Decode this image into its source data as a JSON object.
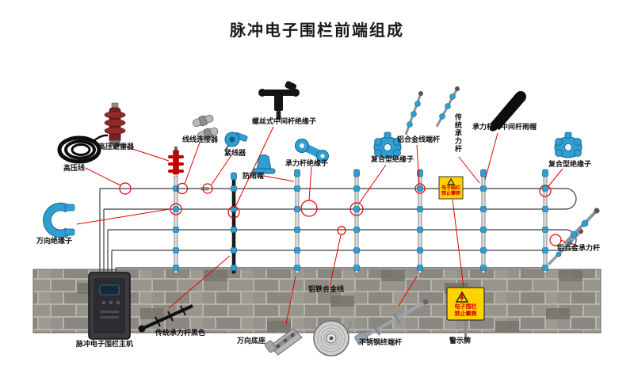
{
  "title": "脉冲电子围栏前端组成",
  "components": {
    "high_voltage_wire": "高压线",
    "arrester": "高压避雷器",
    "wire_connector": "线线连接器",
    "tensioner": "紧线器",
    "screw_mid_insulator": "螺丝式中间杆绝缘子",
    "rain_cap": "防雨帽",
    "load_pole_insulator": "承力杆绝缘子",
    "composite_insulator_left": "复合型绝缘子",
    "alu_terminal_pole": "铝合金线端杆",
    "traditional_load_pole": "传统承力杆",
    "pole_rain_cap": "承力杆、中间杆雨帽",
    "composite_insulator_right": "复合型绝缘子",
    "universal_insulator": "万向绝缘子",
    "alu_load_pole": "铝合金承力杆",
    "controller": "脉冲电子围栏主机",
    "traditional_load_pole_black": "传统承力杆黑色",
    "universal_base": "万向底座",
    "alu_iron_wire": "铝铁合金线",
    "stainless_terminal_pole": "不锈钢终端杆",
    "warning_sign": "警示牌"
  },
  "signs": {
    "fence_sign": {
      "line1": "电子围栏",
      "line2": "禁止攀爬"
    },
    "standalone_sign": {
      "line1": "电子围栏",
      "line2": "禁止攀爬"
    }
  }
}
